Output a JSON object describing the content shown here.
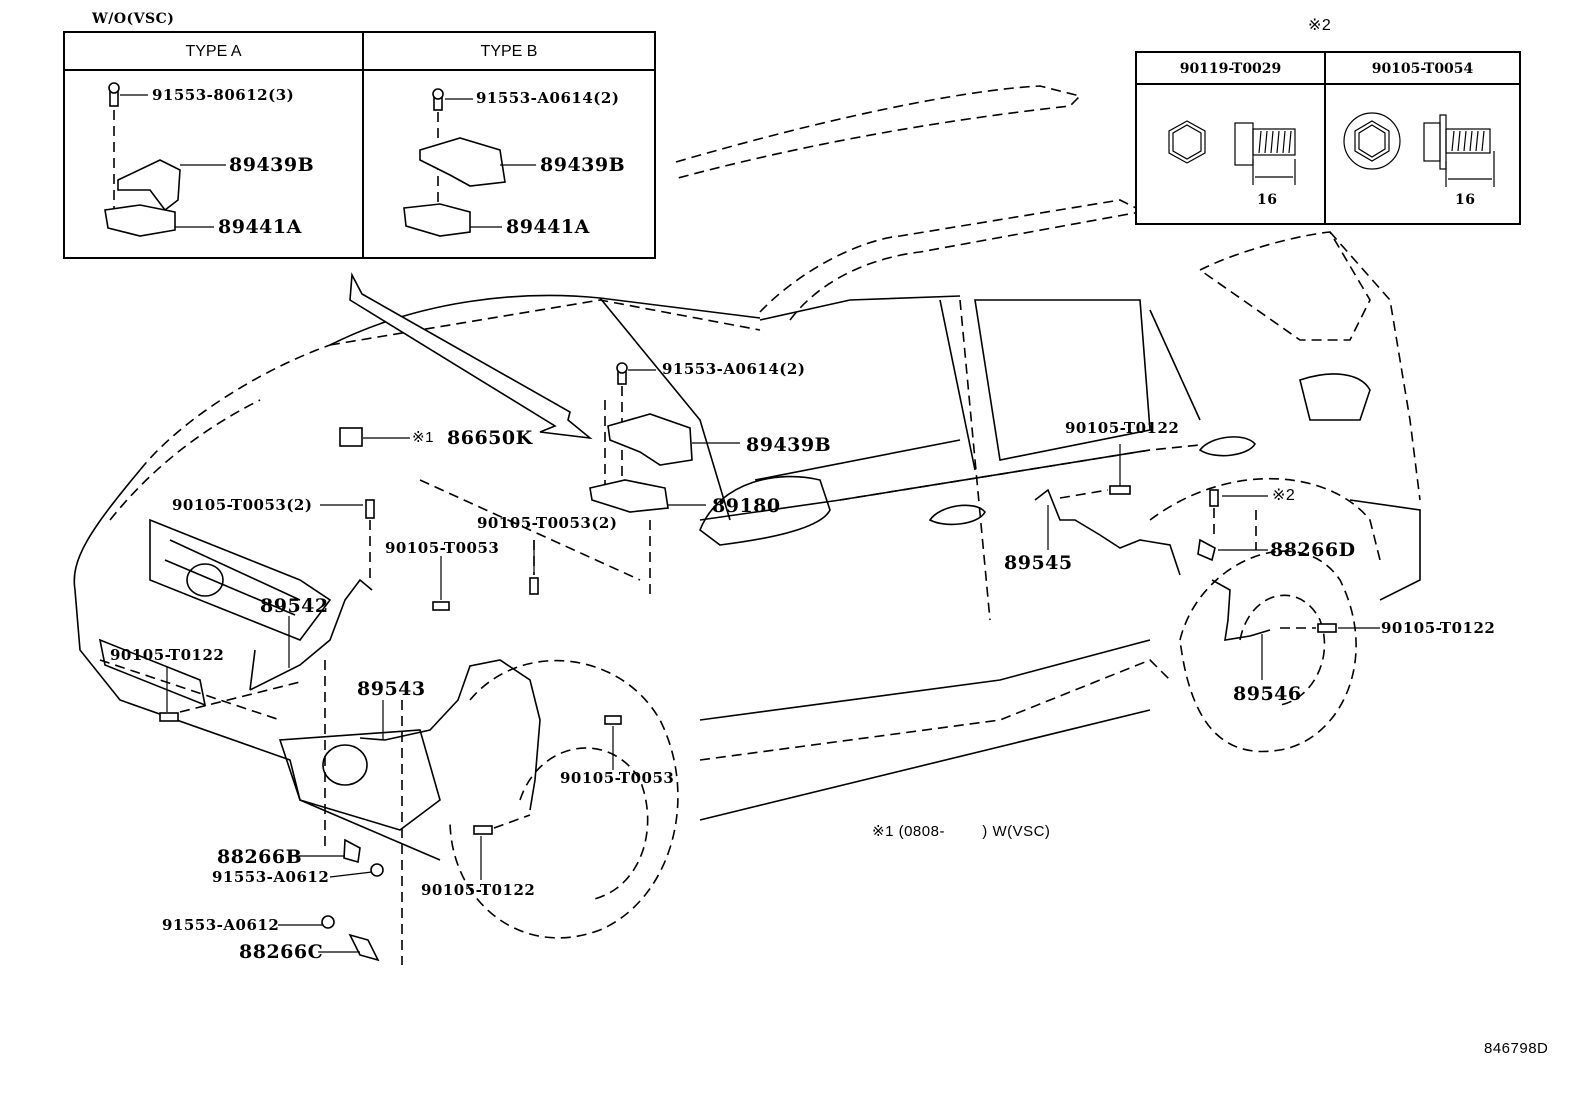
{
  "title_note": "W/O(VSC)",
  "inset_type_a": {
    "header": "TYPE A",
    "bolt": "91553-80612(3)",
    "cover": "89439B",
    "sensor": "89441A"
  },
  "inset_type_b": {
    "header": "TYPE B",
    "bolt": "91553-A0614(2)",
    "cover": "89439B",
    "sensor": "89441A"
  },
  "inset_bolts": {
    "note": "※2",
    "col1": {
      "header": "90119-T0029",
      "length": "16",
      "icon": "hex-bolt-icon"
    },
    "col2": {
      "header": "90105-T0054",
      "length": "16",
      "icon": "flange-bolt-icon"
    }
  },
  "callouts": {
    "yaw_bolt": "91553-A0614(2)",
    "yaw_cover": "89439B",
    "yaw_sensor": "89180",
    "relay_note": "※1",
    "relay": "86650K",
    "bolt_front_top": "90105-T0053(2)",
    "bolt_front_mid": "90105-T0053",
    "bolt_center": "90105-T0053(2)",
    "wire_front_right": "89542",
    "bolt_front_left": "90105-T0122",
    "wire_front_left": "89543",
    "bolt_wheel_upper": "90105-T0053",
    "bolt_wheel_lower": "90105-T0122",
    "clamp_b": "88266B",
    "bolt_clamp_b": "91553-A0612",
    "bolt_clamp_c": "91553-A0612",
    "clamp_c": "88266C",
    "bolt_rear_door": "90105-T0122",
    "wire_rear_left": "89545",
    "bolt_rear_note": "※2",
    "clamp_d": "88266D",
    "bolt_rear_wheel": "90105-T0122",
    "wire_rear_right": "89546"
  },
  "footnote": "※1 (0808-        ) W(VSC)",
  "figure_id": "846798D"
}
